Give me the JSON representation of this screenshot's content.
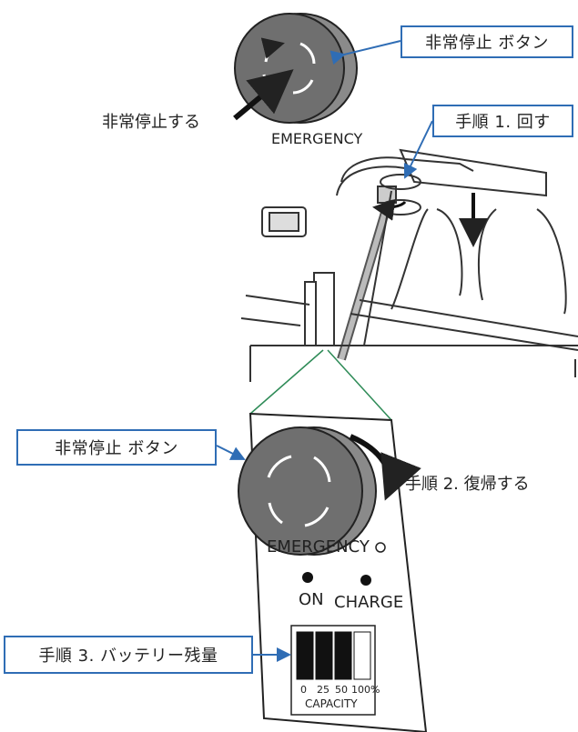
{
  "callouts": {
    "estop_top": "非常停止 ボタン",
    "step1": "手順 1. 回す",
    "estop_detail": "非常停止 ボタン",
    "step3": "手順 3. バッテリー残量"
  },
  "labels": {
    "press": "非常停止する",
    "step2": "手順 2. 復帰する",
    "emergency_top": "EMERGENCY",
    "emergency_panel": "EMERGENCY",
    "on": "ON",
    "charge": "CHARGE",
    "capacity": "CAPACITY",
    "scale": [
      "0",
      "25",
      "50",
      "100%"
    ]
  },
  "battery": {
    "level_fraction": 0.75,
    "segments_total": 4,
    "segments_filled": 3
  },
  "colors": {
    "callout_border": "#2f6db5",
    "button_fill": "#6f6f6f",
    "connector": "#2e8b57"
  }
}
